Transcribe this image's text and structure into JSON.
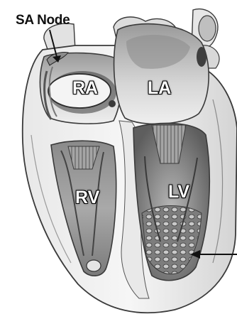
{
  "labels": {
    "sa_node": "SA Node",
    "ra": "RA",
    "la": "LA",
    "rv": "RV",
    "lv": "LV"
  },
  "colors": {
    "outline": "#3a3a3a",
    "tissue_light": "#efefef",
    "tissue_mid": "#bdbdbd",
    "tissue_dark": "#6e6e6e",
    "cavity_dark": "#4a4a4a"
  }
}
